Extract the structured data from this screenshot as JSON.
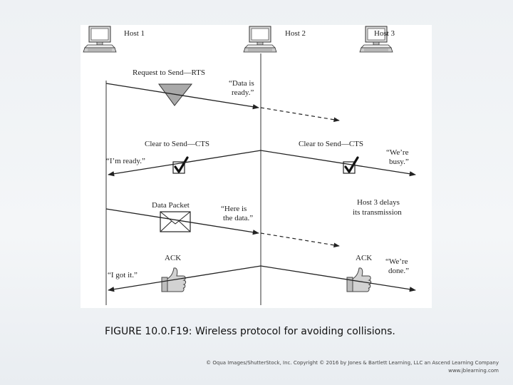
{
  "hosts": [
    "Host 1",
    "Host 2",
    "Host 3"
  ],
  "rts": {
    "label": "Request to Send—RTS",
    "quote": [
      "“Data is",
      "ready.”"
    ]
  },
  "cts": {
    "label_left": "Clear to Send—CTS",
    "label_right": "Clear to Send—CTS",
    "quote_left": "“I’m ready.”",
    "quote_right": [
      "“We’re",
      "busy.”"
    ]
  },
  "data_packet": {
    "label": "Data Packet",
    "quote": [
      "“Here is",
      "the data.”"
    ],
    "host3_note": [
      "Host 3 delays",
      "its transmission"
    ]
  },
  "ack": {
    "label_left": "ACK",
    "label_right": "ACK",
    "quote_left": "“I got it.”",
    "quote_right": [
      "“We’re",
      "done.”"
    ]
  },
  "caption": "FIGURE 10.0.F19: Wireless protocol for avoiding collisions.",
  "credit": [
    "© Oqua Images/ShutterStock, Inc. Copyright © 2016 by Jones & Bartlett Learning, LLC an Ascend Learning Company",
    "www.jblearning.com"
  ],
  "colors": {
    "ink": "#222222",
    "triangle": "#a9a9a9",
    "thumb": "#c9c9c9"
  },
  "icons": [
    "computer-icon",
    "triangle-icon",
    "checkmark-icon",
    "envelope-icon",
    "thumbs-up-icon"
  ]
}
